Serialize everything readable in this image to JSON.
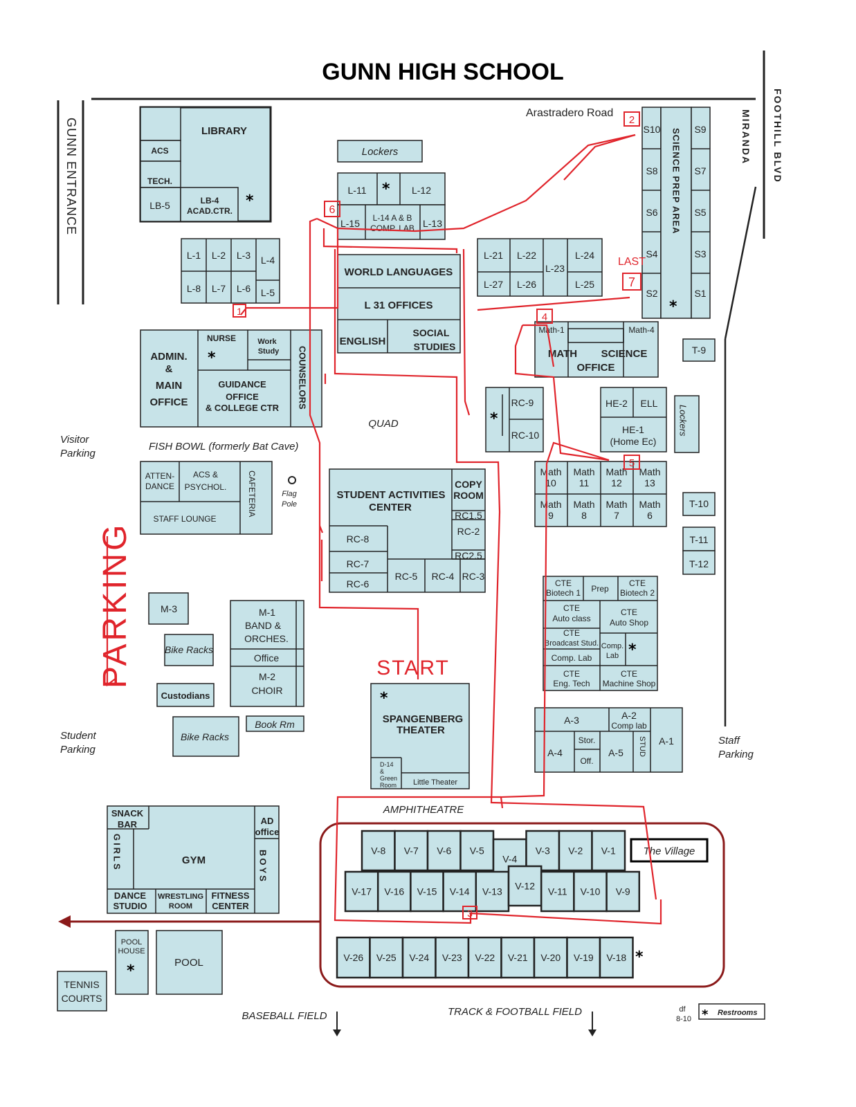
{
  "title": "GUNN HIGH SCHOOL",
  "roads": {
    "arastradero": "Arastradero Road",
    "gunn_entrance": "GUNN ENTRANCE",
    "miranda": "MIRANDA",
    "foothill": "FOOTHILL BLVD"
  },
  "parking": {
    "visitor_1": "Visitor",
    "visitor_2": "Parking",
    "student_1": "Student",
    "student_2": "Parking",
    "staff_1": "Staff",
    "staff_2": "Parking",
    "handwritten": "PARKING"
  },
  "areas": {
    "fish_bowl": "FISH BOWL (formerly Bat Cave)",
    "quad": "QUAD",
    "amphitheatre": "AMPHITHEATRE",
    "village": "The Village",
    "baseball": "BASEBALL FIELD",
    "track": "TRACK & FOOTBALL FIELD",
    "flag_1": "Flag",
    "flag_2": "Pole"
  },
  "library": {
    "library": "LIBRARY",
    "acs": "ACS",
    "tech": "TECH.",
    "lb5": "LB-5",
    "lb4_1": "LB-4",
    "lb4_2": "ACAD.CTR."
  },
  "lockers": "Lockers",
  "l_rooms": {
    "l11": "L-11",
    "l12": "L-12",
    "l14_1": "L-14 A & B",
    "l14_2": "COMP. LAB",
    "l15": "L-15",
    "l13": "L-13",
    "l1": "L-1",
    "l2": "L-2",
    "l3": "L-3",
    "l4": "L-4",
    "l8": "L-8",
    "l7": "L-7",
    "l6": "L-6",
    "l5": "L-5",
    "l21": "L-21",
    "l22": "L-22",
    "l23": "L-23",
    "l24": "L-24",
    "l27": "L-27",
    "l26": "L-26",
    "l25": "L-25"
  },
  "central": {
    "world_languages": "WORLD LANGUAGES",
    "l31": "L 31 OFFICES",
    "english": "ENGLISH",
    "social_1": "SOCIAL",
    "social_2": "STUDIES"
  },
  "admin": {
    "admin_1": "ADMIN.",
    "admin_2": "&",
    "admin_3": "MAIN",
    "admin_4": "OFFICE",
    "nurse": "NURSE",
    "work_1": "Work",
    "work_2": "Study",
    "guidance_1": "GUIDANCE",
    "guidance_2": "OFFICE",
    "guidance_3": "& COLLEGE CTR",
    "counselors": "COUNSELORS"
  },
  "science": {
    "s10": "S10",
    "s9": "S9",
    "s8": "S8",
    "s7": "S7",
    "s6": "S6",
    "s5": "S5",
    "s4": "S4",
    "s3": "S3",
    "s2": "S2",
    "s1": "S1",
    "prep": "SCIENCE PREP AREA"
  },
  "math": {
    "math1": "Math-1",
    "math4": "Math-4",
    "office_math": "MATH",
    "office_science": "SCIENCE",
    "office": "OFFICE",
    "m10a": "Math",
    "m10b": "10",
    "m11a": "Math",
    "m11b": "11",
    "m12a": "Math",
    "m12b": "12",
    "m13a": "Math",
    "m13b": "13",
    "m9a": "Math",
    "m9b": "9",
    "m8a": "Math",
    "m8b": "8",
    "m7a": "Math",
    "m7b": "7",
    "m6a": "Math",
    "m6b": "6"
  },
  "misc_rooms": {
    "t9": "T-9",
    "t10": "T-10",
    "t11": "T-11",
    "t12": "T-12",
    "he2": "HE-2",
    "ell": "ELL",
    "he1_1": "HE-1",
    "he1_2": "(Home Ec)",
    "lockers2": "Lockers",
    "rc9": "RC-9",
    "rc10": "RC-10"
  },
  "activities": {
    "sac_1": "STUDENT ACTIVITIES",
    "sac_2": "CENTER",
    "copy_1": "COPY",
    "copy_2": "ROOM",
    "rc15": "RC1.5",
    "rc2": "RC-2",
    "rc25": "RC2.5",
    "rc8": "RC-8",
    "rc7": "RC-7",
    "rc6": "RC-6",
    "rc5": "RC-5",
    "rc4": "RC-4",
    "rc3": "RC-3"
  },
  "cafeteria": {
    "attendance_1": "ATTEN-",
    "attendance_2": "DANCE",
    "acs_1": "ACS &",
    "acs_2": "PSYCHOL.",
    "staff_lounge": "STAFF LOUNGE",
    "cafeteria": "CAFETERIA"
  },
  "music": {
    "m3": "M-3",
    "bike1": "Bike Racks",
    "custodians": "Custodians",
    "bike2": "Bike Racks",
    "m1_1": "M-1",
    "m1_2": "BAND &",
    "m1_3": "ORCHES.",
    "office": "Office",
    "m2_1": "M-2",
    "m2_2": "CHOIR",
    "book": "Book Rm"
  },
  "theater": {
    "name_1": "SPANGENBERG",
    "name_2": "THEATER",
    "d14_1": "D-14",
    "d14_2": "&",
    "d14_3": "Green",
    "d14_4": "Room",
    "little": "Little Theater"
  },
  "cte": {
    "bio1_1": "CTE",
    "bio1_2": "Biotech 1",
    "prep": "Prep",
    "bio2_1": "CTE",
    "bio2_2": "Biotech 2",
    "auto_1": "CTE",
    "auto_2": "Auto class",
    "autoshop_1": "CTE",
    "autoshop_2": "Auto Shop",
    "broad_1": "CTE",
    "broad_2": "Broadcast Stud.",
    "complab": "Comp. Lab",
    "comp_1": "Comp.",
    "comp_2": "Lab",
    "eng_1": "CTE",
    "eng_2": "Eng. Tech",
    "mach_1": "CTE",
    "mach_2": "Machine Shop"
  },
  "art": {
    "a3": "A-3",
    "a2_1": "A-2",
    "a2_2": "Comp lab",
    "a4": "A-4",
    "stor": "Stor.",
    "off": "Off.",
    "a5": "A-5",
    "stud": "STUD",
    "a1": "A-1"
  },
  "gym": {
    "snack_1": "SNACK",
    "snack_2": "BAR",
    "ad_1": "AD",
    "ad_2": "office",
    "girls": "GIRLS",
    "gym": "GYM",
    "boys": "BOYS",
    "dance_1": "DANCE",
    "dance_2": "STUDIO",
    "wrestling_1": "WRESTLING",
    "wrestling_2": "ROOM",
    "fitness_1": "FITNESS",
    "fitness_2": "CENTER",
    "poolhouse_1": "POOL",
    "poolhouse_2": "HOUSE",
    "pool": "POOL",
    "tennis_1": "TENNIS",
    "tennis_2": "COURTS"
  },
  "village_rows": {
    "row1": [
      "V-8",
      "V-7",
      "V-6",
      "V-5",
      "V-4",
      "V-3",
      "V-2",
      "V-1"
    ],
    "row2": [
      "V-17",
      "V-16",
      "V-15",
      "V-14",
      "V-13",
      "V-12",
      "V-11",
      "V-10",
      "V-9"
    ],
    "row3": [
      "V-26",
      "V-25",
      "V-24",
      "V-23",
      "V-22",
      "V-21",
      "V-20",
      "V-19",
      "V-18"
    ]
  },
  "legend": {
    "restrooms": "Restrooms",
    "credit_1": "df",
    "credit_2": "8-10"
  },
  "route": {
    "start": "START",
    "last": "LAST",
    "m1": "1",
    "m2": "2",
    "m3": "3",
    "m4": "4",
    "m5": "5",
    "m6": "6",
    "m7": "7"
  },
  "colors": {
    "room_fill": "#c7e3e8",
    "route": "#e0242b",
    "village_outline": "#8b1a1a"
  }
}
